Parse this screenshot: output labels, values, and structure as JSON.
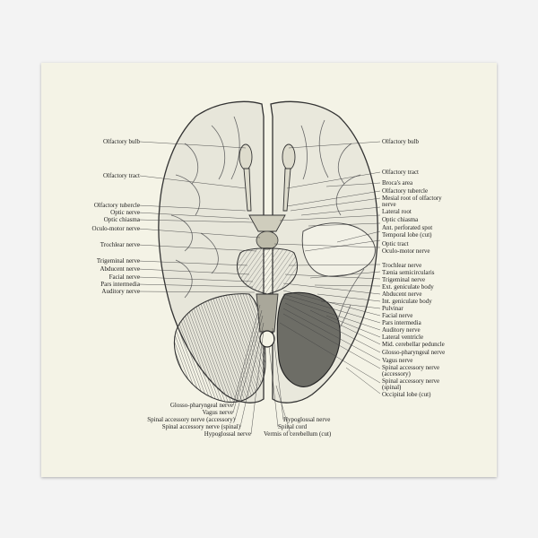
{
  "labels_left": [
    {
      "id": "olfactory-bulb-left",
      "text": "Olfactory bulb"
    },
    {
      "id": "olfactory-tract-left",
      "text": "Olfactory tract"
    },
    {
      "id": "olfactory-tubercle-left",
      "text": "Olfactory tubercle"
    },
    {
      "id": "optic-nerve-left",
      "text": "Optic nerve"
    },
    {
      "id": "optic-chiasma-left",
      "text": "Optic chiasma"
    },
    {
      "id": "oculo-motor-nerve-left",
      "text": "Oculo-motor nerve"
    },
    {
      "id": "trochlear-nerve-left",
      "text": "Trochlear nerve"
    },
    {
      "id": "trigeminal-nerve-left",
      "text": "Trigeminal nerve"
    },
    {
      "id": "abducent-nerve-left",
      "text": "Abducent nerve"
    },
    {
      "id": "facial-nerve-left",
      "text": "Facial nerve"
    },
    {
      "id": "pars-intermedia-left",
      "text": "Pars intermedia"
    },
    {
      "id": "auditory-nerve-left",
      "text": "Auditory nerve"
    }
  ],
  "labels_right": [
    {
      "id": "olfactory-bulb-right",
      "text": "Olfactory bulb"
    },
    {
      "id": "olfactory-tract-right",
      "text": "Olfactory tract"
    },
    {
      "id": "brocas-area",
      "text": "Broca's area"
    },
    {
      "id": "olfactory-tubercle-right",
      "text": "Olfactory tubercle"
    },
    {
      "id": "mesial-root",
      "text": "Mesial root of olfactory"
    },
    {
      "id": "mesial-root-cont",
      "text": "nerve"
    },
    {
      "id": "lateral-root",
      "text": "Lateral root"
    },
    {
      "id": "optic-chiasma-right",
      "text": "Optic chiasma"
    },
    {
      "id": "ant-perforated-spot",
      "text": "Ant. perforated spot"
    },
    {
      "id": "temporal-lobe",
      "text": "Temporal lobe (cut)"
    },
    {
      "id": "optic-tract",
      "text": "Optic tract"
    },
    {
      "id": "oculo-motor-nerve-right",
      "text": "Oculo-motor nerve"
    },
    {
      "id": "trochlear-nerve-right",
      "text": "Trochlear nerve"
    },
    {
      "id": "taenia-semicircularis",
      "text": "Tænia semicircularis"
    },
    {
      "id": "trigeminal-nerve-right",
      "text": "Trigeminal nerve"
    },
    {
      "id": "ext-geniculate-body",
      "text": "Ext. geniculate body"
    },
    {
      "id": "abducent-nerve-right",
      "text": "Abducent nerve"
    },
    {
      "id": "int-geniculate-body",
      "text": "Int. geniculate body"
    },
    {
      "id": "pulvinar",
      "text": "Pulvinar"
    },
    {
      "id": "facial-nerve-right",
      "text": "Facial nerve"
    },
    {
      "id": "pars-intermedia-right",
      "text": "Pars intermedia"
    },
    {
      "id": "auditory-nerve-right",
      "text": "Auditory nerve"
    },
    {
      "id": "lateral-ventricle",
      "text": "Lateral ventricle"
    },
    {
      "id": "mid-cerebellar-peduncle",
      "text": "Mid. cerebellar peduncle"
    },
    {
      "id": "glosso-pharyngeal-nerve-right",
      "text": "Glosso-pharyngeal nerve"
    },
    {
      "id": "vagus-nerve-right",
      "text": "Vagus nerve"
    },
    {
      "id": "spinal-accessory-accessory-right",
      "text": "Spinal accessory nerve"
    },
    {
      "id": "spinal-accessory-accessory-right-cont",
      "text": "(accessory)"
    },
    {
      "id": "spinal-accessory-spinal-right",
      "text": "Spinal accessory nerve"
    },
    {
      "id": "spinal-accessory-spinal-right-cont",
      "text": "(spinal)"
    },
    {
      "id": "occipital-lobe",
      "text": "Occipital lobe (cut)"
    }
  ],
  "labels_bottom": [
    {
      "id": "glosso-pharyngeal-nerve-bottom",
      "text": "Glosso-pharyngeal nerve"
    },
    {
      "id": "vagus-nerve-bottom",
      "text": "Vagus nerve"
    },
    {
      "id": "spinal-accessory-accessory-bottom",
      "text": "Spinal accessory nerve (accessory)"
    },
    {
      "id": "spinal-accessory-spinal-bottom",
      "text": "Spinal accessory nerve (spinal)"
    },
    {
      "id": "hypoglossal-nerve-bottom-left",
      "text": "Hypoglossal nerve"
    },
    {
      "id": "hypoglossal-nerve-bottom-right",
      "text": "Hypoglossal nerve"
    },
    {
      "id": "spinal-cord",
      "text": "Spinal cord"
    },
    {
      "id": "vermis-of-cerebellum",
      "text": "Vermis of cerebellum (cut)"
    }
  ]
}
